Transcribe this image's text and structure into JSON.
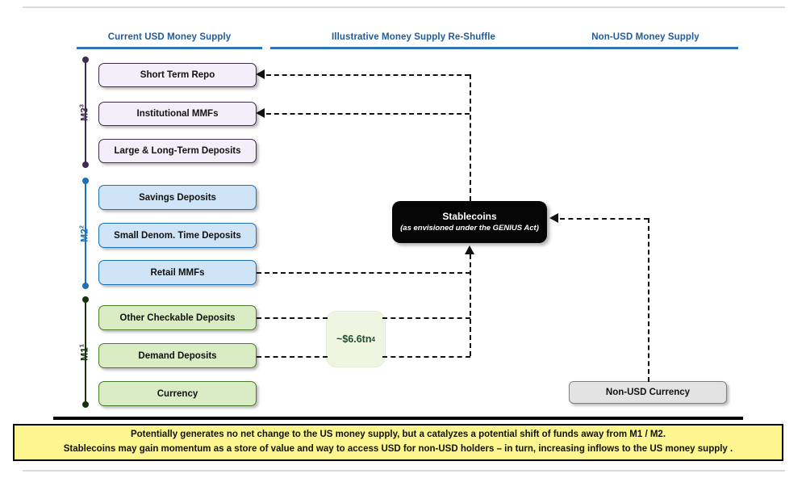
{
  "columns": [
    {
      "title": "Current USD Money Supply"
    },
    {
      "title": "Illustrative Money Supply Re-Shuffle"
    },
    {
      "title": "Non-USD Money Supply"
    }
  ],
  "aggregates": [
    {
      "id": "m3",
      "label": "M3",
      "superscript": "3",
      "color": "#3d2c4e"
    },
    {
      "id": "m2",
      "label": "M2",
      "superscript": "2",
      "color": "#1f6fb5"
    },
    {
      "id": "m1",
      "label": "M1",
      "superscript": "1",
      "color": "#4a7a28"
    }
  ],
  "money_boxes": [
    {
      "label": "Short Term Repo",
      "group": "m3"
    },
    {
      "label": "Institutional MMFs",
      "group": "m3"
    },
    {
      "label": "Large & Long-Term Deposits",
      "group": "m3"
    },
    {
      "label": "Savings Deposits",
      "group": "m2"
    },
    {
      "label": "Small Denom. Time Deposits",
      "group": "m2"
    },
    {
      "label": "Retail MMFs",
      "group": "m2"
    },
    {
      "label": "Other Checkable Deposits",
      "group": "m1"
    },
    {
      "label": "Demand Deposits",
      "group": "m1"
    },
    {
      "label": "Currency",
      "group": "m1"
    }
  ],
  "stablecoins": {
    "title": "Stablecoins",
    "subtitle": "(as envisioned under the GENIUS Act)"
  },
  "amount": {
    "value": "~$6.6tn",
    "superscript": "4"
  },
  "non_usd": {
    "label": "Non-USD Currency"
  },
  "banner": {
    "line1": "Potentially generates no net change to the US money supply, but a catalyzes a potential shift of funds away from M1 / M2.",
    "line2": "Stablecoins may gain momentum as a store of value and way to access USD for non-USD holders – in turn, increasing inflows to the US money supply ."
  },
  "colors": {
    "accent_blue": "#2e75b6",
    "title_blue": "#1f5c99",
    "banner_yellow": "#fdf68f",
    "stable_black": "#050505"
  }
}
